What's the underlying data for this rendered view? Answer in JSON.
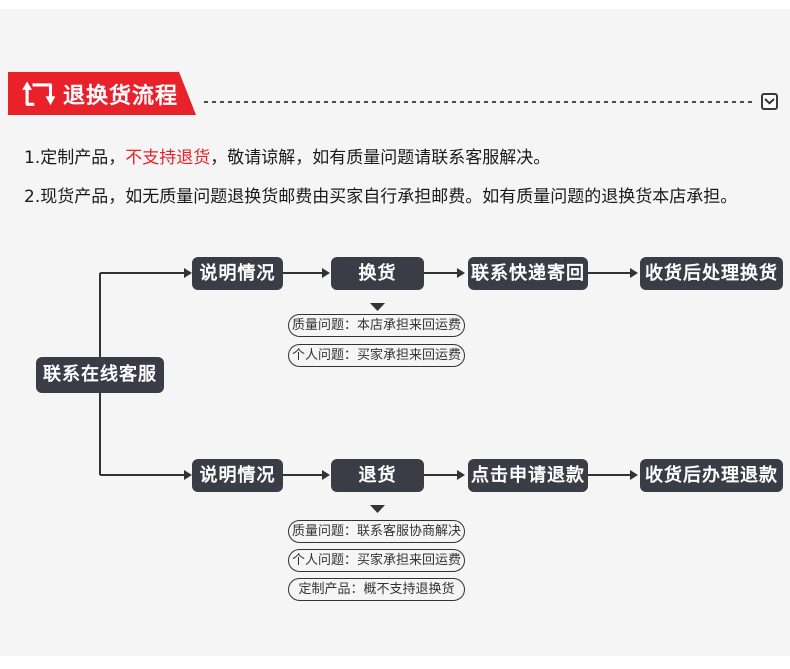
{
  "page": {
    "background": "#ffffff",
    "panel_background": "#f5f5f5"
  },
  "header": {
    "title": "退换货流程",
    "banner_color": "#e8212b",
    "icon": "exchange-arrows-icon",
    "collapse_icon": "chevron-down-icon"
  },
  "notes": [
    {
      "prefix": "1.定制产品，",
      "highlight": "不支持退货",
      "suffix": "，敬请谅解，如有质量问题请联系客服解决。",
      "highlight_color": "#e8212b"
    },
    {
      "prefix": "2.现货产品，如无质量问题退换货邮费由买家自行承担邮费。如有质量问题的退换货本店承担。",
      "highlight": "",
      "suffix": ""
    }
  ],
  "flowchart": {
    "start_label": "联系在线客服",
    "branches": [
      {
        "steps": [
          "说明情况",
          "换货",
          "联系快递寄回",
          "收货后处理换货"
        ],
        "notes": [
          "质量问题：本店承担来回运费",
          "个人问题：买家承担来回运费"
        ]
      },
      {
        "steps": [
          "说明情况",
          "退货",
          "点击申请退款",
          "收货后办理退款"
        ],
        "notes": [
          "质量问题：联系客服协商解决",
          "个人问题：买家承担来回运费",
          "定制产品：概不支持退换货"
        ]
      }
    ],
    "colors": {
      "step_box": "#3b3d46",
      "step_text": "#ffffff",
      "connector": "#333333",
      "note_border": "#333333",
      "note_text": "#333333"
    }
  }
}
